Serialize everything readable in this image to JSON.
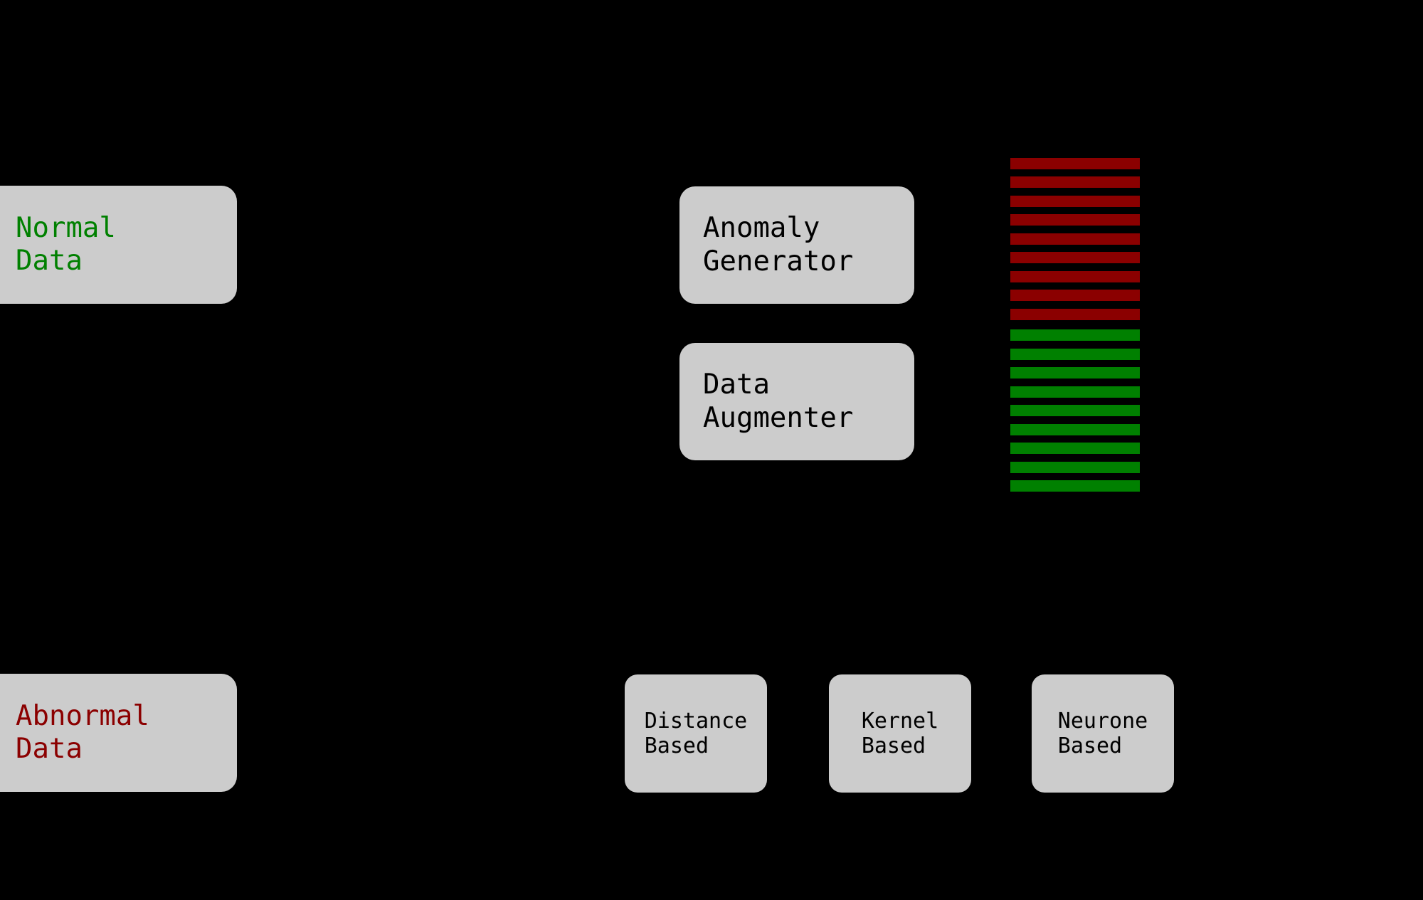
{
  "diagram": {
    "background_color": "#000000",
    "box_color": "#cccccc",
    "normal_color": "#008000",
    "abnormal_color": "#8B0000",
    "text_color": "#000000"
  },
  "sources": [
    {
      "id": "normal-data",
      "line1": "Normal",
      "line2": "Data",
      "color": "#008000"
    },
    {
      "id": "abnormal-data",
      "line1": "Abnormal",
      "line2": "Data",
      "color": "#8B0000"
    }
  ],
  "processes": [
    {
      "id": "anomaly-generator",
      "line1": "Anomaly",
      "line2": "Generator"
    },
    {
      "id": "data-augmenter",
      "line1": "Data",
      "line2": "Augmenter"
    }
  ],
  "methods": [
    {
      "id": "distance-based",
      "line1": "Distance",
      "line2": "Based"
    },
    {
      "id": "kernel-based",
      "line1": "Kernel",
      "line2": "Based"
    },
    {
      "id": "neurone-based",
      "line1": "Neurone",
      "line2": "Based"
    }
  ],
  "dataset_stripes": {
    "abnormal_count": 9,
    "normal_count": 9,
    "stripe_height": 16,
    "stripe_pitch": 26.5,
    "abnormal_color": "#8B0000",
    "normal_color": "#008000",
    "abnormal_offsets": [
      0,
      26,
      53,
      79,
      106,
      132,
      159,
      185,
      212
    ],
    "normal_offsets": [
      241,
      268,
      294,
      321,
      347,
      374,
      400,
      427,
      453
    ]
  }
}
